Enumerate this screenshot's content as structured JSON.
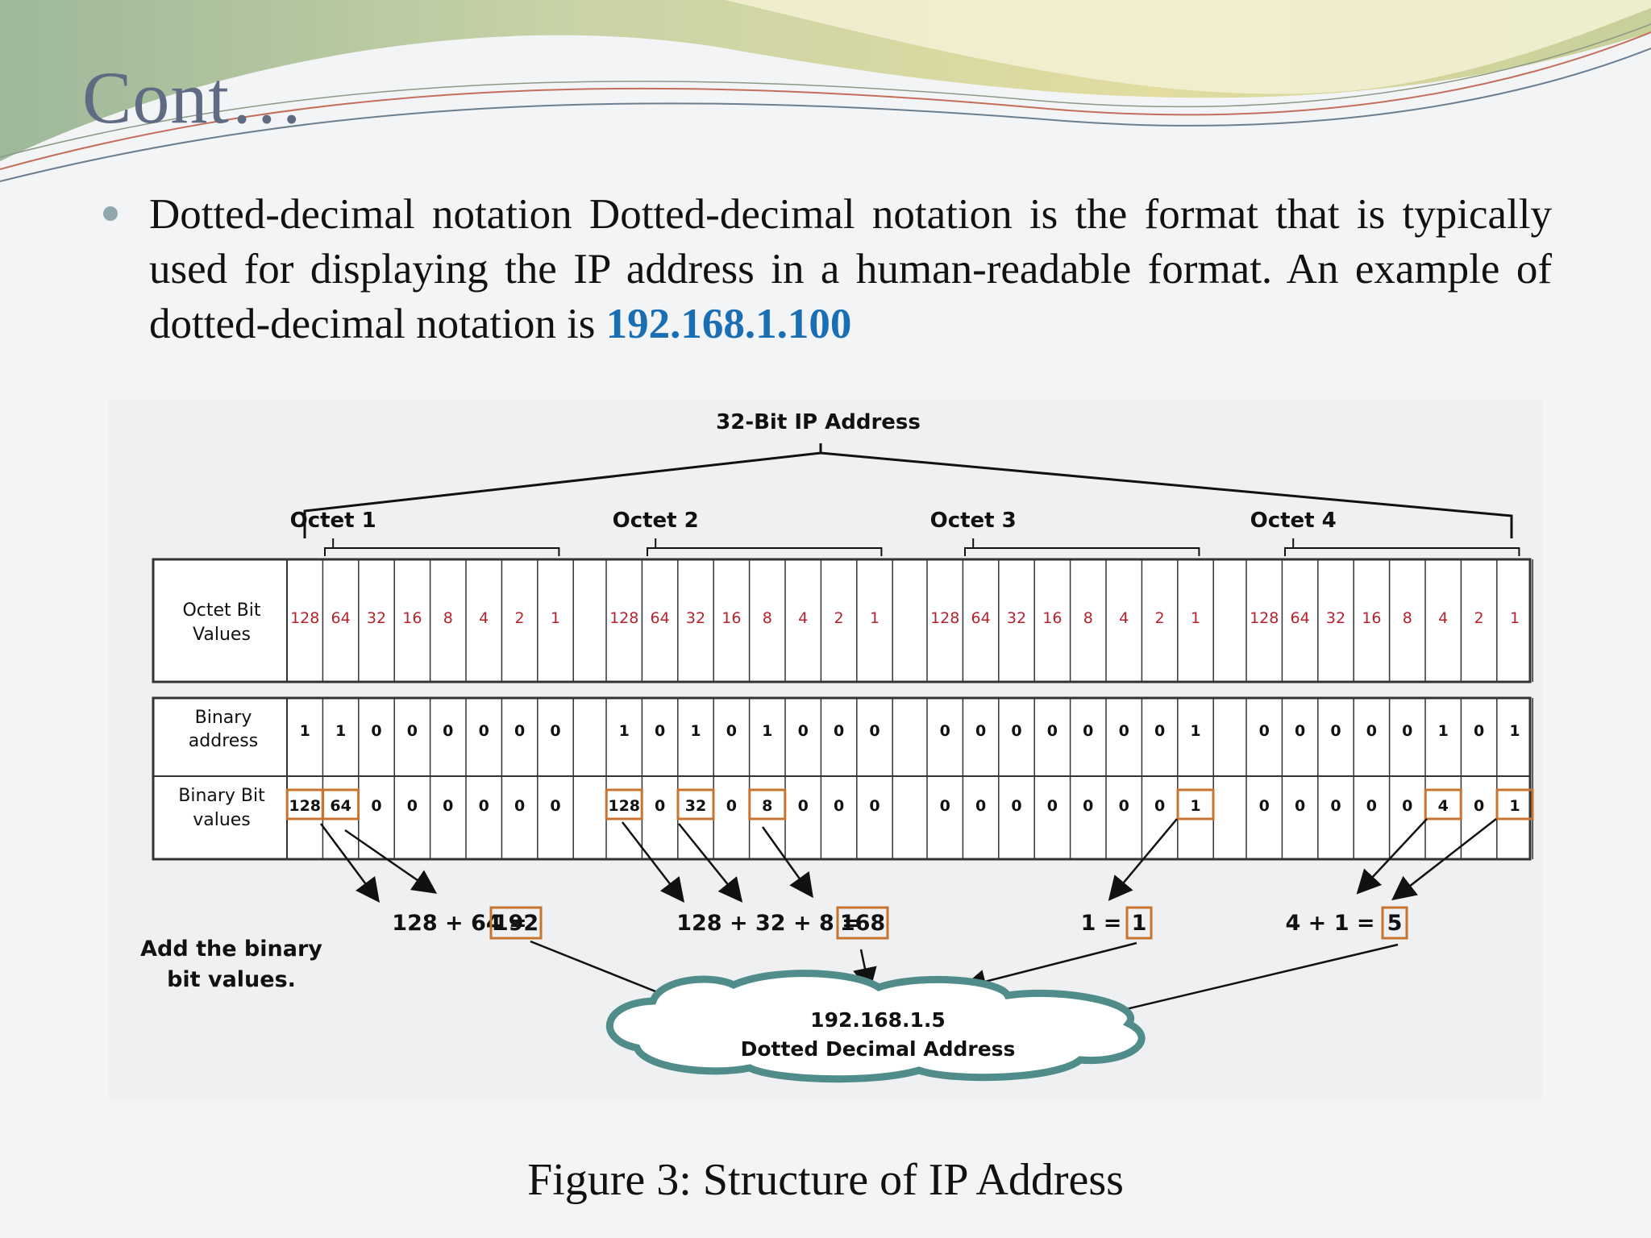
{
  "slide": {
    "title": "Cont…",
    "bullet": {
      "text": "Dotted-decimal notation Dotted-decimal notation is the format that is typically used for displaying the IP address in a human-readable format. An example of dotted-decimal notation is ",
      "highlight": "192.168.1.100",
      "highlight_color": "#1a6fb4"
    },
    "caption": "Figure 3: Structure of IP Address"
  },
  "figure": {
    "top_label": "32-Bit IP Address",
    "octets": [
      "Octet 1",
      "Octet 2",
      "Octet 3",
      "Octet 4"
    ],
    "row_labels": {
      "bit_values": [
        "Octet Bit",
        "Values"
      ],
      "binary_address": [
        "Binary",
        "address"
      ],
      "binary_bit_values": [
        "Binary Bit",
        "values"
      ]
    },
    "bit_values": [
      "128",
      "64",
      "32",
      "16",
      "8",
      "4",
      "2",
      "1"
    ],
    "binary_address": [
      [
        "1",
        "1",
        "0",
        "0",
        "0",
        "0",
        "0",
        "0"
      ],
      [
        "1",
        "0",
        "1",
        "0",
        "1",
        "0",
        "0",
        "0"
      ],
      [
        "0",
        "0",
        "0",
        "0",
        "0",
        "0",
        "0",
        "1"
      ],
      [
        "0",
        "0",
        "0",
        "0",
        "0",
        "1",
        "0",
        "1"
      ]
    ],
    "binary_bit_values": [
      [
        "128",
        "64",
        "0",
        "0",
        "0",
        "0",
        "0",
        "0"
      ],
      [
        "128",
        "0",
        "32",
        "0",
        "8",
        "0",
        "0",
        "0"
      ],
      [
        "0",
        "0",
        "0",
        "0",
        "0",
        "0",
        "0",
        "1"
      ],
      [
        "0",
        "0",
        "0",
        "0",
        "0",
        "4",
        "0",
        "1"
      ]
    ],
    "sums": [
      {
        "expr": "128 + 64 =",
        "result": "192"
      },
      {
        "expr": "128 + 32 + 8 =",
        "result": "168"
      },
      {
        "expr": "1 =",
        "result": "1"
      },
      {
        "expr": "4 + 1 =",
        "result": "5"
      }
    ],
    "side_note": [
      "Add the binary",
      "bit values."
    ],
    "cloud": {
      "address": "192.168.1.5",
      "label": "Dotted Decimal Address"
    },
    "colors": {
      "bit_value_text": "#b4232d",
      "highlight_box": "#c8742f",
      "cloud_stroke": "#4f8c8a"
    }
  }
}
